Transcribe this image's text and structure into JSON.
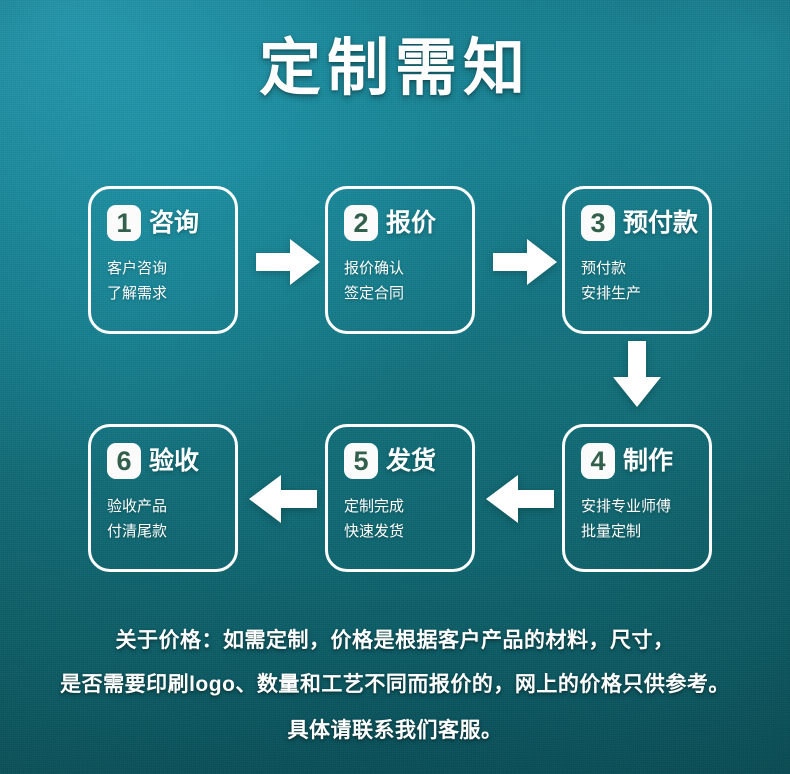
{
  "page": {
    "title": "定制需知",
    "background_color_top": "#1a8ba1",
    "background_color_bottom": "#115e67",
    "accent_color": "#ffffff",
    "badge_number_color": "#32604d"
  },
  "steps": [
    {
      "number": "1",
      "title": "咨询",
      "lines": [
        "客户咨询",
        "了解需求"
      ]
    },
    {
      "number": "2",
      "title": "报价",
      "lines": [
        "报价确认",
        "签定合同"
      ]
    },
    {
      "number": "3",
      "title": "预付款",
      "lines": [
        "预付款",
        "安排生产"
      ]
    },
    {
      "number": "4",
      "title": "制作",
      "lines": [
        "安排专业师傅",
        "批量定制"
      ]
    },
    {
      "number": "5",
      "title": "发货",
      "lines": [
        "定制完成",
        "快速发货"
      ]
    },
    {
      "number": "6",
      "title": "验收",
      "lines": [
        "验收产品",
        "付清尾款"
      ]
    }
  ],
  "arrows": [
    {
      "name": "arrow-right-icon",
      "direction": "right",
      "from": "1",
      "to": "2"
    },
    {
      "name": "arrow-right-icon",
      "direction": "right",
      "from": "2",
      "to": "3"
    },
    {
      "name": "arrow-down-icon",
      "direction": "down",
      "from": "3",
      "to": "4"
    },
    {
      "name": "arrow-left-icon",
      "direction": "left",
      "from": "4",
      "to": "5"
    },
    {
      "name": "arrow-left-icon",
      "direction": "left",
      "from": "5",
      "to": "6"
    }
  ],
  "footer": {
    "line1": "关于价格：如需定制，价格是根据客户产品的材料，尺寸，",
    "line2": "是否需要印刷logo、数量和工艺不同而报价的，网上的价格只供参考。",
    "line3": "具体请联系我们客服。"
  }
}
